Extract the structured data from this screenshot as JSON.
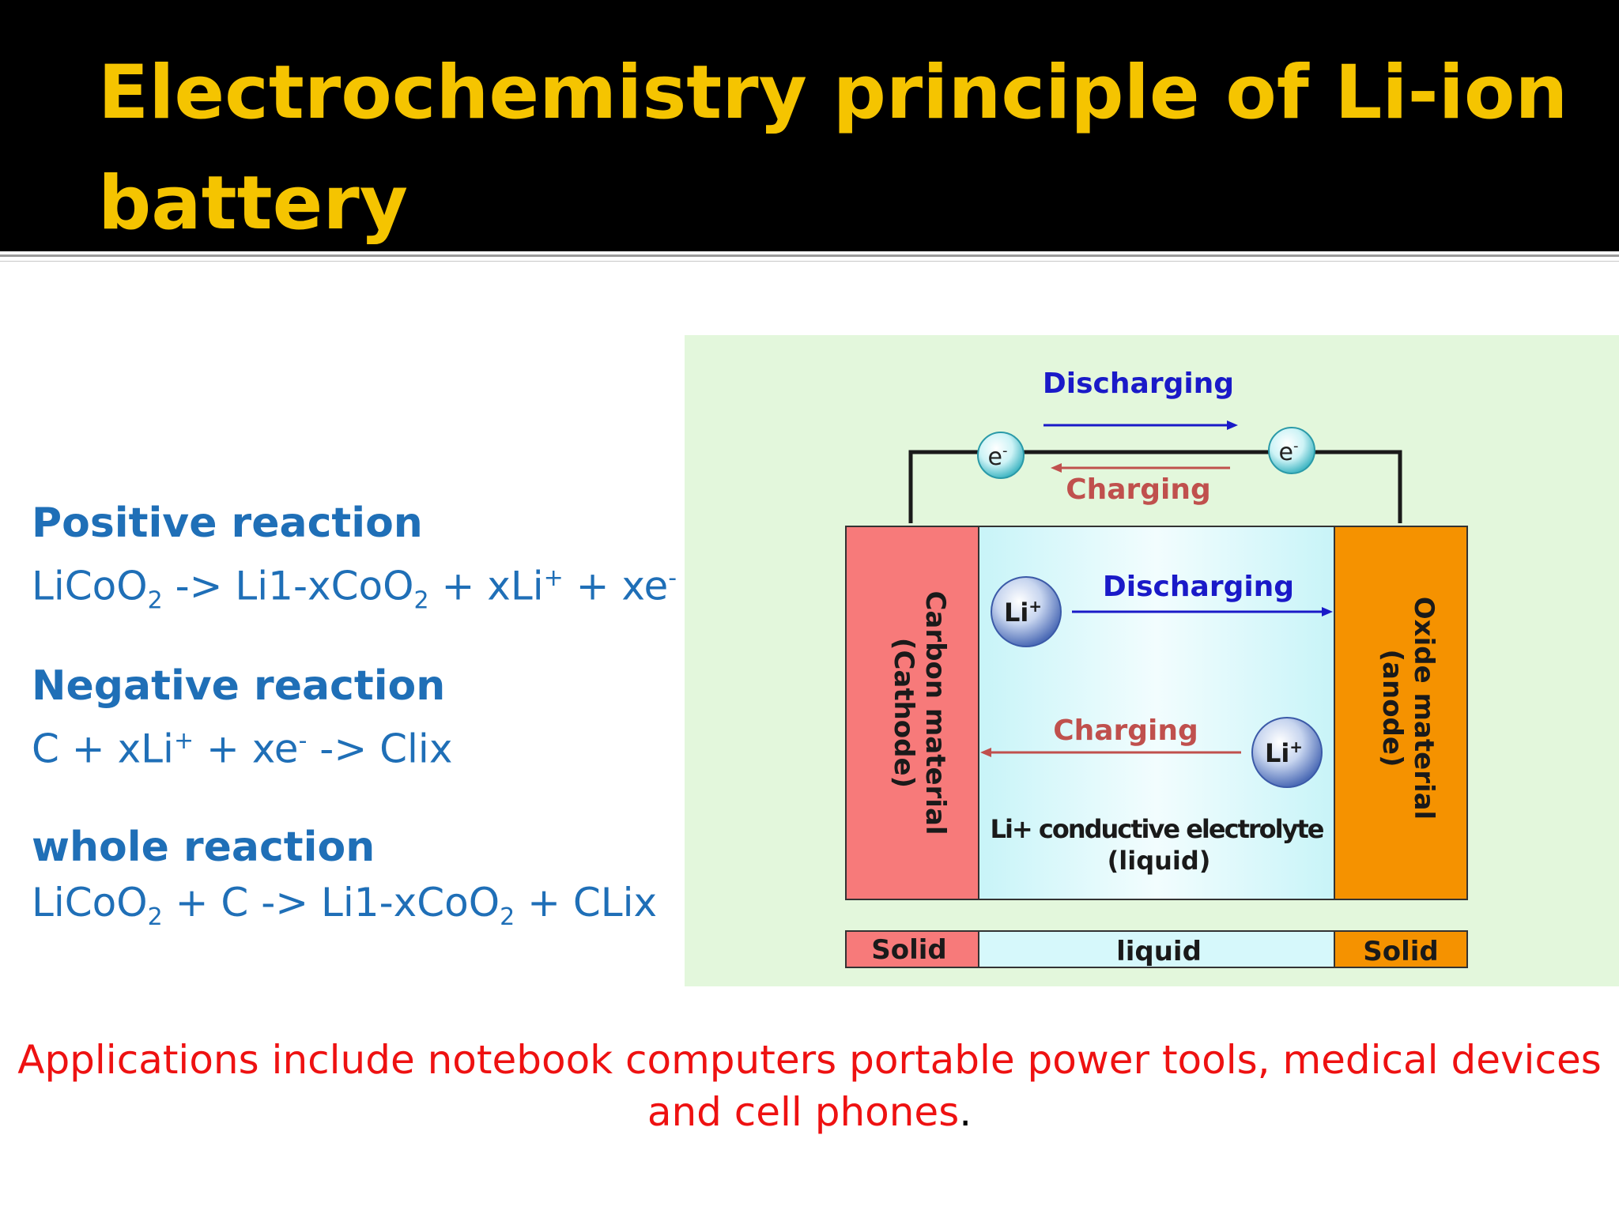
{
  "slide": {
    "title": "Electrochemistry principle of Li-ion battery"
  },
  "reactions": {
    "positive": {
      "heading": "Positive reaction",
      "eq": {
        "p1": "LiCoO",
        "s1": "2",
        "p2": " -> Li1-xCoO",
        "s2": "2",
        "p3": " + xLi",
        "sup1": "+",
        "p4": " + xe",
        "sup2": "-"
      }
    },
    "negative": {
      "heading": "Negative reaction",
      "eq": {
        "p1": "C + xLi",
        "sup1": "+",
        "p2": " + xe",
        "sup2": "-",
        "p3": " -> Clix"
      }
    },
    "whole": {
      "heading": "whole reaction",
      "eq": {
        "p1": "LiCoO",
        "s1": "2",
        "p2": " + C -> Li1-xCoO",
        "s2": "2",
        "p3": " + CLix"
      }
    }
  },
  "diagram": {
    "top_discharging": "Discharging",
    "top_charging": "Charging",
    "electron": "e",
    "electron_sup": "-",
    "cathode_line1": "Carbon material",
    "cathode_line2": "(Cathode)",
    "anode_line1": "Oxide material",
    "anode_line2": "(anode)",
    "ion": "Li",
    "ion_sup": "+",
    "inner_discharging": "Discharging",
    "inner_charging": "Charging",
    "electrolyte_line1": "Li+ conductive electrolyte",
    "electrolyte_line2": "(liquid)",
    "phase_left": "Solid",
    "phase_middle": "liquid",
    "phase_right": "Solid",
    "colors": {
      "panel_bg": "#e3f7dc",
      "cathode": "#f77a7a",
      "anode": "#f59200",
      "electrolyte": "#d6f8fb",
      "discharge_arrow": "#1a1ac8",
      "charge_arrow": "#c0504d"
    }
  },
  "note": {
    "text": "Applications include notebook computers portable power tools, medical devices and cell phones",
    "period": "."
  }
}
